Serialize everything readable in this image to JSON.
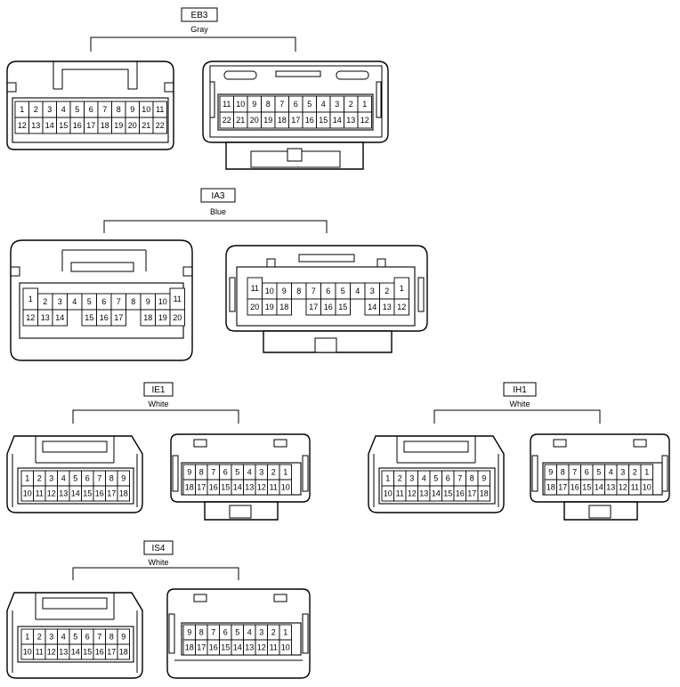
{
  "connectors": [
    {
      "code": "EB3",
      "color": "Gray",
      "front": {
        "rows": [
          [
            "1",
            "2",
            "3",
            "4",
            "5",
            "6",
            "7",
            "8",
            "9",
            "10",
            "11"
          ],
          [
            "12",
            "13",
            "14",
            "15",
            "16",
            "17",
            "18",
            "19",
            "20",
            "21",
            "22"
          ]
        ]
      },
      "rear": {
        "rows": [
          [
            "11",
            "10",
            "9",
            "8",
            "7",
            "6",
            "5",
            "4",
            "3",
            "2",
            "1"
          ],
          [
            "22",
            "21",
            "20",
            "19",
            "18",
            "17",
            "16",
            "15",
            "14",
            "13",
            "12"
          ]
        ]
      }
    },
    {
      "code": "IA3",
      "color": "Blue",
      "front": {
        "rows": [
          [
            "1",
            "2",
            "3",
            "4",
            "5",
            "6",
            "7",
            "8",
            "9",
            "10",
            "11"
          ],
          [
            "12",
            "13",
            "14",
            "15",
            "16",
            "17",
            "18",
            "19",
            "20"
          ]
        ]
      },
      "rear": {
        "rows": [
          [
            "11",
            "10",
            "9",
            "8",
            "7",
            "6",
            "5",
            "4",
            "3",
            "2",
            "1"
          ],
          [
            "20",
            "19",
            "18",
            "17",
            "16",
            "15",
            "14",
            "13",
            "12"
          ]
        ]
      }
    },
    {
      "code": "IE1",
      "color": "White",
      "front": {
        "rows": [
          [
            "1",
            "2",
            "3",
            "4",
            "5",
            "6",
            "7",
            "8",
            "9"
          ],
          [
            "10",
            "11",
            "12",
            "13",
            "14",
            "15",
            "16",
            "17",
            "18"
          ]
        ]
      },
      "rear": {
        "rows": [
          [
            "9",
            "8",
            "7",
            "6",
            "5",
            "4",
            "3",
            "2",
            "1"
          ],
          [
            "18",
            "17",
            "16",
            "15",
            "14",
            "13",
            "12",
            "11",
            "10"
          ]
        ]
      }
    },
    {
      "code": "IH1",
      "color": "White",
      "front": {
        "rows": [
          [
            "1",
            "2",
            "3",
            "4",
            "5",
            "6",
            "7",
            "8",
            "9"
          ],
          [
            "10",
            "11",
            "12",
            "13",
            "14",
            "15",
            "16",
            "17",
            "18"
          ]
        ]
      },
      "rear": {
        "rows": [
          [
            "9",
            "8",
            "7",
            "6",
            "5",
            "4",
            "3",
            "2",
            "1"
          ],
          [
            "18",
            "17",
            "16",
            "15",
            "14",
            "13",
            "12",
            "11",
            "10"
          ]
        ]
      }
    },
    {
      "code": "IS4",
      "color": "White",
      "front": {
        "rows": [
          [
            "1",
            "2",
            "3",
            "4",
            "5",
            "6",
            "7",
            "8",
            "9"
          ],
          [
            "10",
            "11",
            "12",
            "13",
            "14",
            "15",
            "16",
            "17",
            "18"
          ]
        ]
      },
      "rear": {
        "rows": [
          [
            "9",
            "8",
            "7",
            "6",
            "5",
            "4",
            "3",
            "2",
            "1"
          ],
          [
            "18",
            "17",
            "16",
            "15",
            "14",
            "13",
            "12",
            "11",
            "10"
          ]
        ]
      }
    }
  ]
}
